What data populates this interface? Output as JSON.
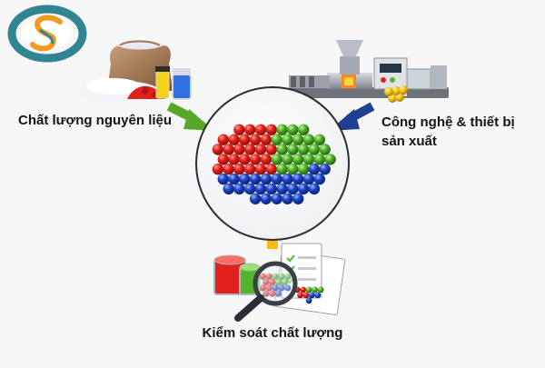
{
  "labels": {
    "materials": "Chất lượng nguyên liệu",
    "technology": "Công nghệ & thiết bị sản xuất",
    "quality_control": "Kiểm soát chất lượng"
  },
  "colors": {
    "logo_ring": "#2f8591",
    "logo_s": "#f39a1e",
    "arrow_materials": "#57a829",
    "arrow_technology": "#1e3f93",
    "arrow_qc": "#f5bd13",
    "bead_red": "#e3211c",
    "bead_green": "#52b52b",
    "bead_blue": "#1b45c8"
  },
  "icons": {
    "logo": "company-logo",
    "materials": "raw-materials-icon",
    "technology": "injection-machine-icon",
    "quality_control": "magnifier-inspection-icon",
    "center": "plastic-beads-icon"
  }
}
